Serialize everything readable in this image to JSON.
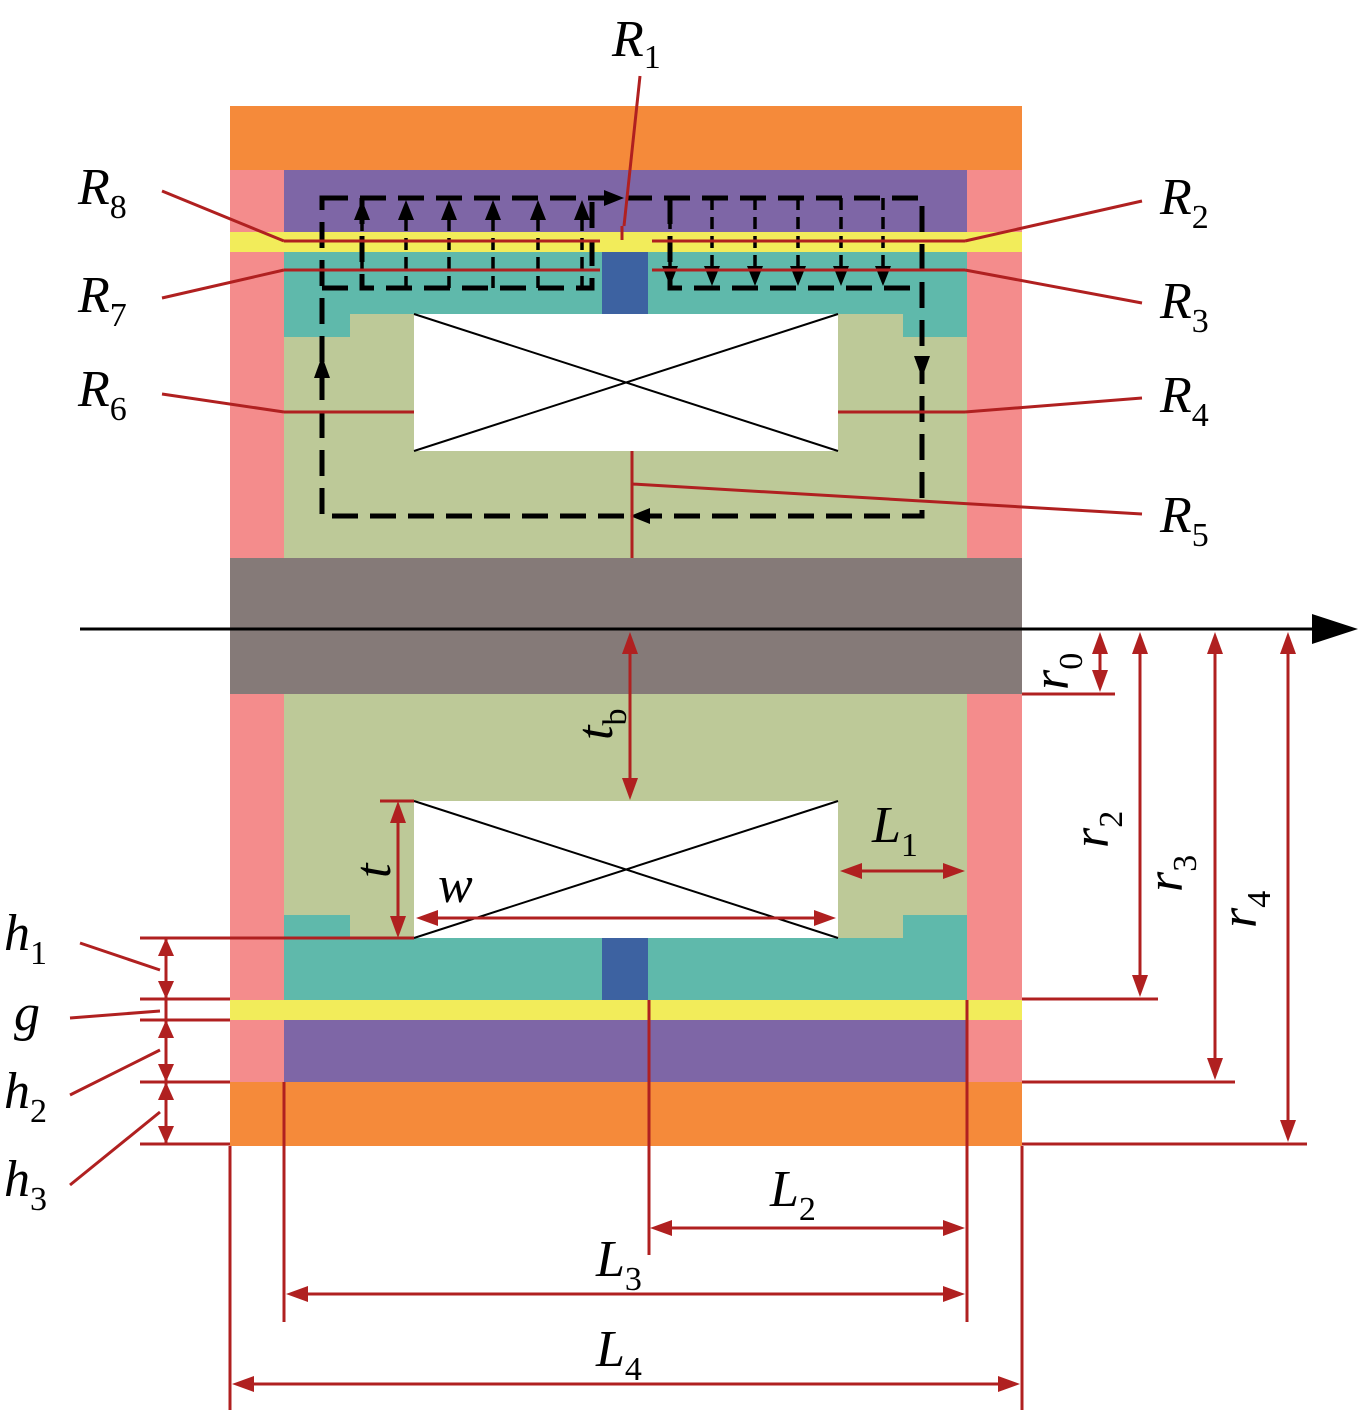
{
  "labels": {
    "R1": {
      "main": "R",
      "sub": "1"
    },
    "R2": {
      "main": "R",
      "sub": "2"
    },
    "R3": {
      "main": "R",
      "sub": "3"
    },
    "R4": {
      "main": "R",
      "sub": "4"
    },
    "R5": {
      "main": "R",
      "sub": "5"
    },
    "R6": {
      "main": "R",
      "sub": "6"
    },
    "R7": {
      "main": "R",
      "sub": "7"
    },
    "R8": {
      "main": "R",
      "sub": "8"
    },
    "tb": {
      "main": "t",
      "sub": "b"
    },
    "t": "t",
    "w": "w",
    "L1": {
      "main": "L",
      "sub": "1"
    },
    "L2": {
      "main": "L",
      "sub": "2"
    },
    "L3": {
      "main": "L",
      "sub": "3"
    },
    "L4": {
      "main": "L",
      "sub": "4"
    },
    "r0": {
      "main": "r",
      "sub": "0"
    },
    "r2": {
      "main": "r",
      "sub": "2"
    },
    "r3": {
      "main": "r",
      "sub": "3"
    },
    "r4": {
      "main": "r",
      "sub": "4"
    },
    "h1": {
      "main": "h",
      "sub": "1"
    },
    "g": "g",
    "h2": {
      "main": "h",
      "sub": "2"
    },
    "h3": {
      "main": "h",
      "sub": "3"
    }
  },
  "colors": {
    "outer_shell": "#f58a3a",
    "end_cap": "#f48c8c",
    "magnet_ring": "#7e66a6",
    "air_gap": "#f2ec5a",
    "pole_piece": "#5fb9ab",
    "inner_core": "#bdc998",
    "spacer": "#3d62a1",
    "shaft": "#857a78",
    "dimension_line": "#b02020",
    "flux_path": "#000000"
  }
}
